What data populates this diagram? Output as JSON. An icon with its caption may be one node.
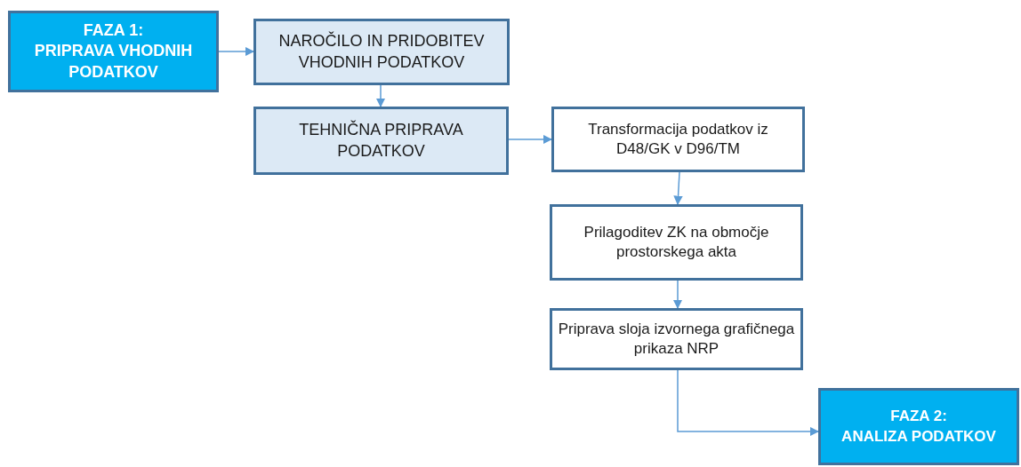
{
  "diagram": {
    "nodes": [
      {
        "text": [
          "FAZA 1:",
          "PRIPRAVA VHODNIH PODATKOV"
        ]
      },
      {
        "text": [
          "NAROČILO IN PRIDOBITEV VHODNIH PODATKOV"
        ]
      },
      {
        "text": [
          "TEHNIČNA PRIPRAVA PODATKOV"
        ]
      },
      {
        "text": [
          "Transformacija podatkov iz D48/GK v D96/TM"
        ]
      },
      {
        "text": [
          "Prilagoditev ZK na območje prostorskega akta"
        ]
      },
      {
        "text": [
          "Priprava sloja izvornega grafičnega prikaza NRP"
        ]
      },
      {
        "text": [
          "FAZA 2:",
          "ANALIZA PODATKOV"
        ]
      }
    ],
    "edges": [
      {
        "from": 0,
        "to": 1,
        "arrow": "to"
      },
      {
        "from": 1,
        "to": 2,
        "arrow": "to"
      },
      {
        "from": 2,
        "to": 3,
        "arrow": "to"
      },
      {
        "from": 3,
        "to": 4,
        "arrow": "to"
      },
      {
        "from": 4,
        "to": 5,
        "arrow": "to"
      },
      {
        "from": 5,
        "to": 6,
        "arrow": "to"
      }
    ]
  }
}
